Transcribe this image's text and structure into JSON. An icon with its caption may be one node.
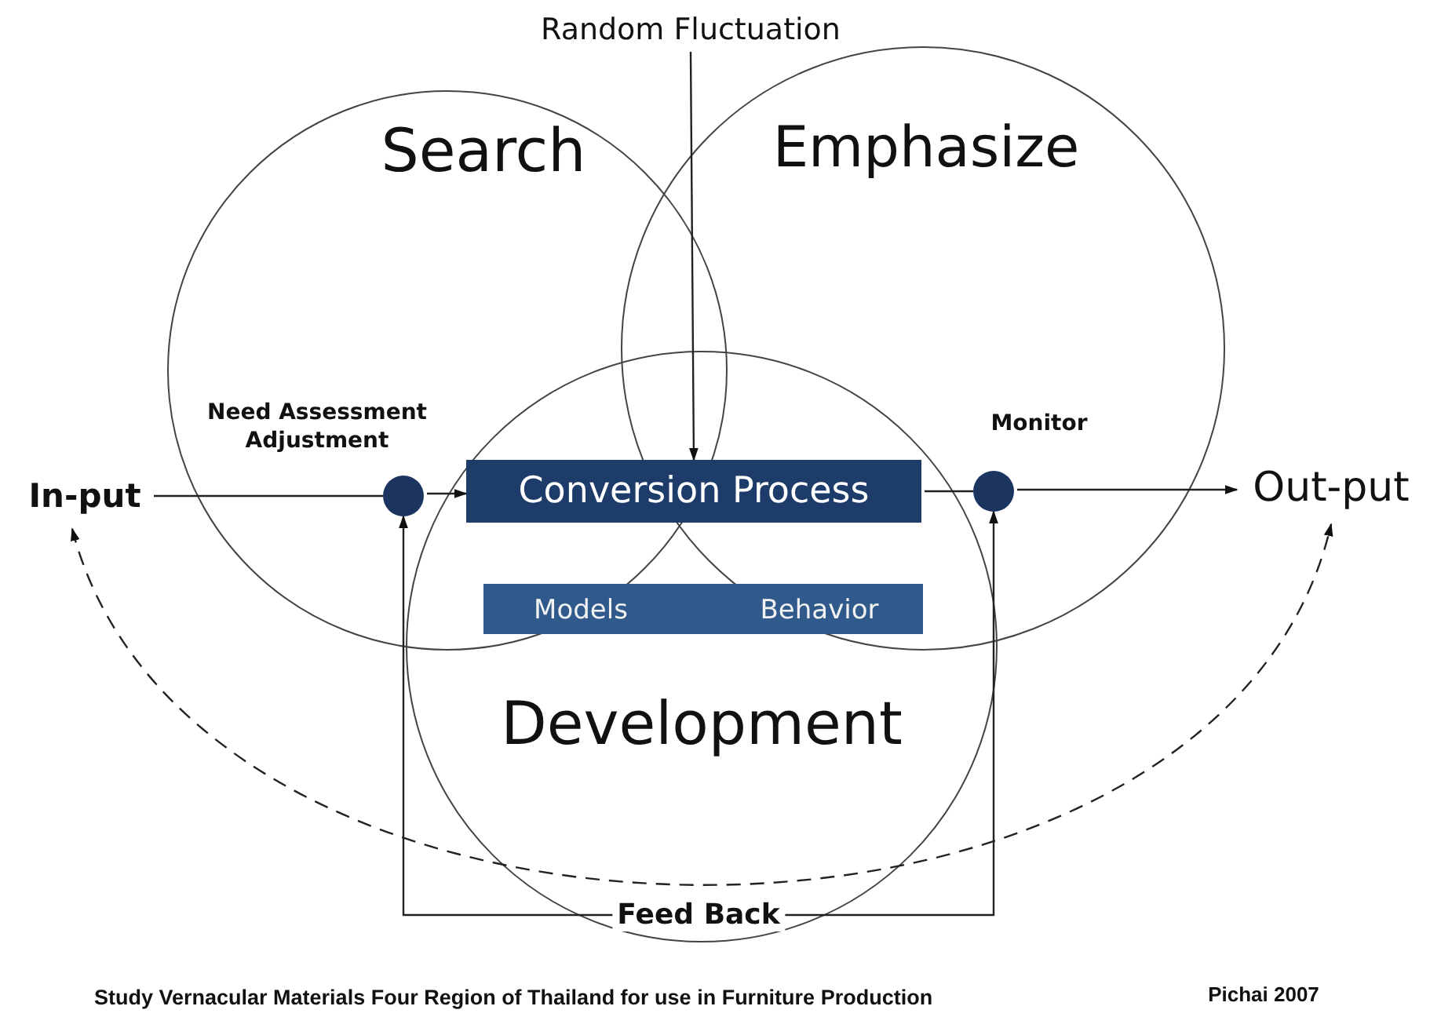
{
  "diagram": {
    "caption": "Study Vernacular Materials Four Region of Thailand for use in Furniture Production",
    "nodes": [
      {
        "text": [
          "Random Fluctuation"
        ]
      },
      {
        "text": [
          "In-put"
        ]
      },
      {
        "text": [],
        "shape": "circle"
      },
      {
        "text": [
          "Conversion Process"
        ]
      },
      {
        "text": [
          "Models",
          "Behavior"
        ]
      },
      {
        "text": [],
        "shape": "circle"
      },
      {
        "text": [
          "Out-put"
        ]
      }
    ],
    "edges": [
      {
        "from": 0,
        "to": 3,
        "arrow": "to"
      },
      {
        "from": 1,
        "to": 2,
        "arrow": "none"
      },
      {
        "from": 2,
        "to": 3,
        "arrow": "to"
      },
      {
        "from": 3,
        "to": 5,
        "arrow": "none"
      },
      {
        "from": 5,
        "to": 6,
        "arrow": "to"
      },
      {
        "from": 2,
        "to": 5,
        "arrow": "both",
        "label": "Feed Back"
      },
      {
        "from": 1,
        "to": 6,
        "arrow": "both",
        "style": "dashed"
      }
    ],
    "labels": [
      "Search",
      "Emphasize",
      "Need Assessment Adjustment",
      "Monitor",
      "Development",
      "Pichai 2007"
    ]
  }
}
